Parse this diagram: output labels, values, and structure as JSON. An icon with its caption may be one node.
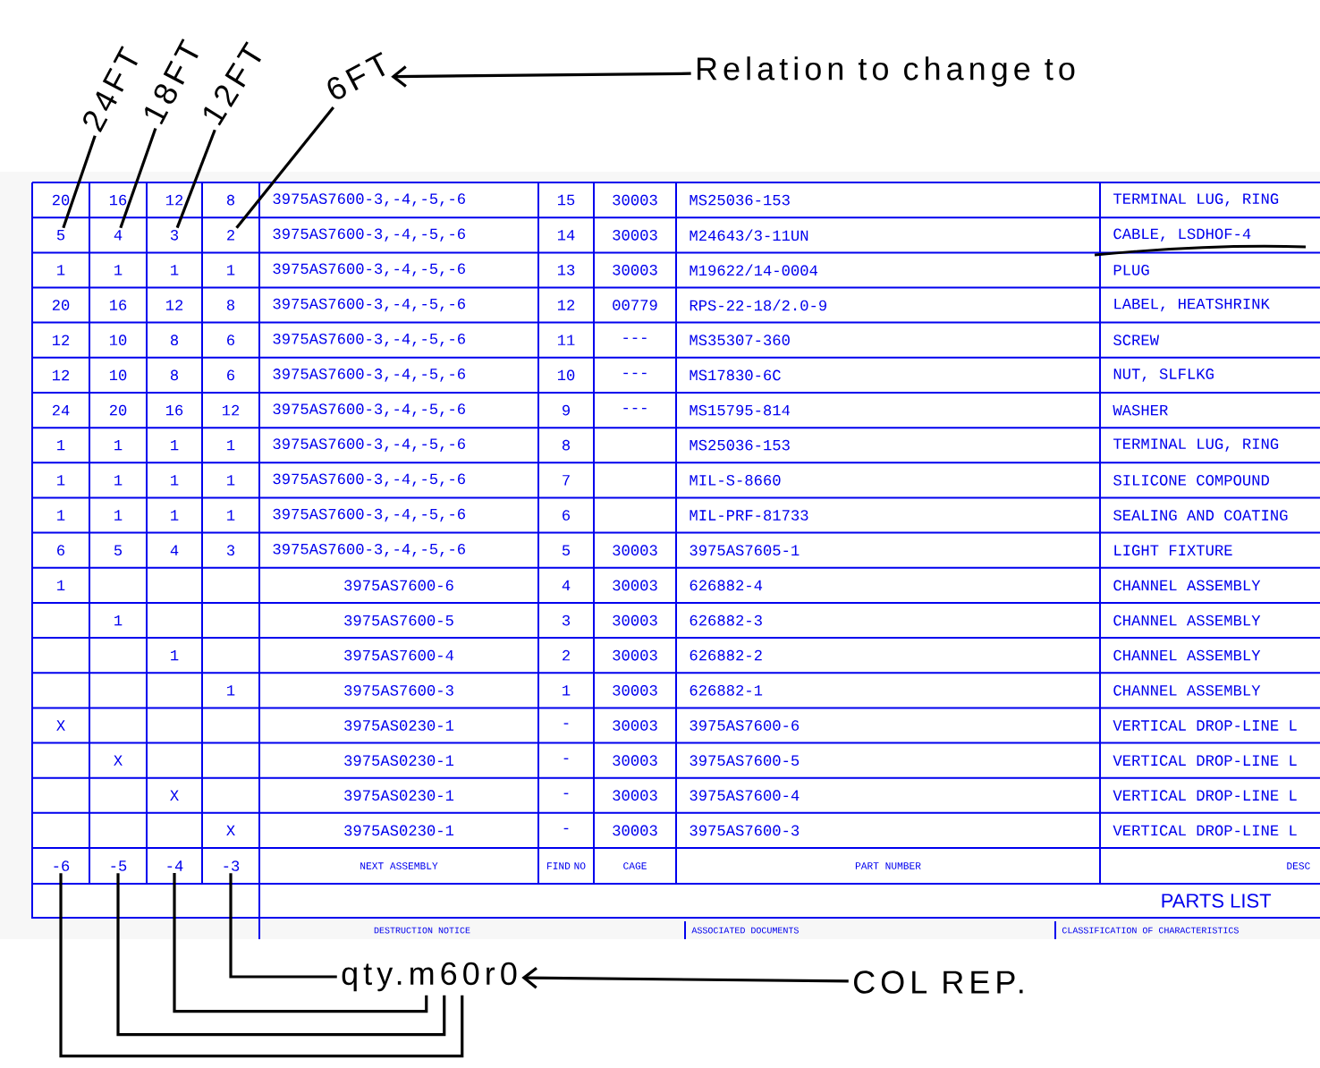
{
  "diagram": {
    "nodes": [
      {
        "text": [
          "24FT"
        ]
      },
      {
        "text": [
          "18FT"
        ]
      },
      {
        "text": [
          "12FT"
        ]
      },
      {
        "text": [
          "6FT"
        ]
      },
      {
        "text": [
          "Relation to change to"
        ]
      },
      {
        "text": [
          "5"
        ]
      },
      {
        "text": [
          "4"
        ]
      },
      {
        "text": [
          "3"
        ]
      },
      {
        "text": [
          "2"
        ]
      },
      {
        "text": [
          "-6"
        ]
      },
      {
        "text": [
          "-5"
        ]
      },
      {
        "text": [
          "-4"
        ]
      },
      {
        "text": [
          "-3"
        ]
      },
      {
        "text": [
          "qty.m60r0"
        ]
      },
      {
        "text": [
          "COL REP."
        ]
      }
    ],
    "edges": [
      {
        "from": 0,
        "to": 5,
        "arrow": "none"
      },
      {
        "from": 1,
        "to": 6,
        "arrow": "none"
      },
      {
        "from": 2,
        "to": 7,
        "arrow": "none"
      },
      {
        "from": 3,
        "to": 8,
        "arrow": "none"
      },
      {
        "from": 4,
        "to": 3,
        "arrow": "to"
      },
      {
        "from": 9,
        "to": 13,
        "arrow": "none"
      },
      {
        "from": 10,
        "to": 13,
        "arrow": "none"
      },
      {
        "from": 11,
        "to": 13,
        "arrow": "none"
      },
      {
        "from": 12,
        "to": 13,
        "arrow": "none"
      },
      {
        "from": 14,
        "to": 13,
        "arrow": "to"
      }
    ],
    "labels": [
      "20",
      "16",
      "12",
      "8",
      "3975AS7600-3,-4,-5,-6",
      "15",
      "30003",
      "MS25036-153",
      "TERMINAL LUG, RING",
      "3975AS7600-3,-4,-5,-6",
      "14",
      "30003",
      "M24643/3-11UN",
      "CABLE, LSDHOF-4",
      "1",
      "1",
      "1",
      "1",
      "3975AS7600-3,-4,-5,-6",
      "13",
      "30003",
      "M19622/14-0004",
      "PLUG",
      "20",
      "16",
      "12",
      "8",
      "3975AS7600-3,-4,-5,-6",
      "12",
      "00779",
      "RPS-22-18/2.0-9",
      "LABEL, HEATSHRINK",
      "12",
      "10",
      "8",
      "6",
      "3975AS7600-3,-4,-5,-6",
      "11",
      "---",
      "MS35307-360",
      "SCREW",
      "12",
      "10",
      "8",
      "6",
      "3975AS7600-3,-4,-5,-6",
      "10",
      "---",
      "MS17830-6C",
      "NUT, SLFLKG",
      "24",
      "20",
      "16",
      "12",
      "3975AS7600-3,-4,-5,-6",
      "9",
      "---",
      "MS15795-814",
      "WASHER",
      "1",
      "1",
      "1",
      "1",
      "3975AS7600-3,-4,-5,-6",
      "8",
      "MS25036-153",
      "TERMINAL LUG, RING",
      "1",
      "1",
      "1",
      "1",
      "3975AS7600-3,-4,-5,-6",
      "7",
      "MIL-S-8660",
      "SILICONE COMPOUND",
      "1",
      "1",
      "1",
      "1",
      "3975AS7600-3,-4,-5,-6",
      "6",
      "MIL-PRF-81733",
      "SEALING AND COATING",
      "6",
      "5",
      "4",
      "3",
      "3975AS7600-3,-4,-5,-6",
      "5",
      "30003",
      "3975AS7605-1",
      "LIGHT FIXTURE",
      "1",
      "3975AS7600-6",
      "4",
      "30003",
      "626882-4",
      "CHANNEL ASSEMBLY",
      "1",
      "3975AS7600-5",
      "3",
      "30003",
      "626882-3",
      "CHANNEL ASSEMBLY",
      "1",
      "3975AS7600-4",
      "2",
      "30003",
      "626882-2",
      "CHANNEL ASSEMBLY",
      "1",
      "3975AS7600-3",
      "1",
      "30003",
      "626882-1",
      "CHANNEL ASSEMBLY",
      "X",
      "3975AS0230-1",
      "-",
      "30003",
      "3975AS7600-6",
      "VERTICAL DROP-LINE L",
      "X",
      "3975AS0230-1",
      "-",
      "30003",
      "3975AS7600-5",
      "VERTICAL DROP-LINE L",
      "X",
      "3975AS0230-1",
      "-",
      "30003",
      "3975AS7600-4",
      "VERTICAL DROP-LINE L",
      "X",
      "3975AS0230-1",
      "-",
      "30003",
      "3975AS7600-3",
      "VERTICAL DROP-LINE L",
      "NEXT ASSEMBLY",
      "FIND NO",
      "CAGE",
      "PART NUMBER",
      "DESC",
      "PARTS LIST",
      "DESTRUCTION NOTICE",
      "ASSOCIATED DOCUMENTS",
      "CLASSIFICATION OF CHARACTERISTICS"
    ]
  }
}
